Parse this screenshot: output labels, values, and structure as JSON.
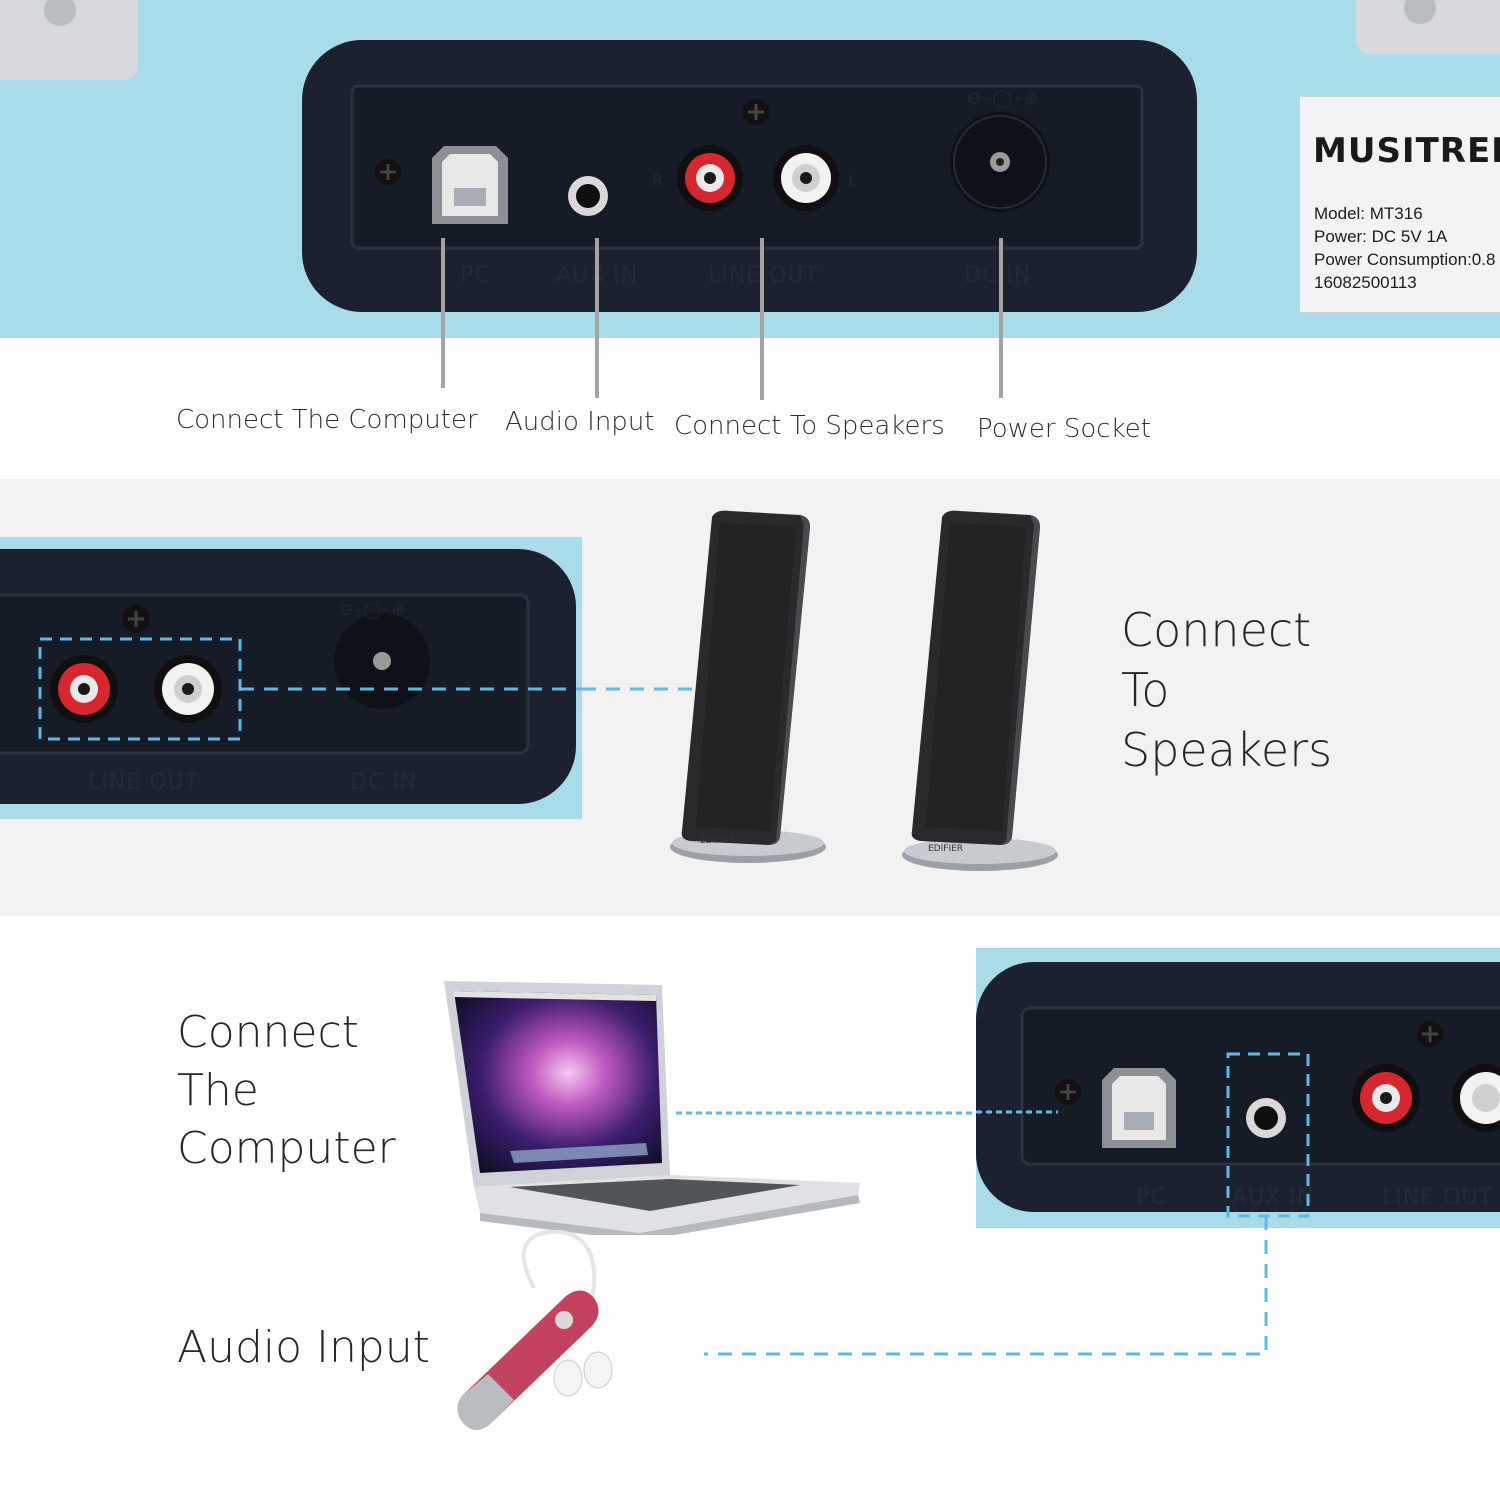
{
  "top_panel": {
    "port_labels": {
      "pc": "PC",
      "aux_in": "AUX IN",
      "line_out": "LINE OUT",
      "dc_in": "DC IN",
      "r": "R",
      "l": "L"
    },
    "nameplate": {
      "brand": "MUSITREN",
      "model": "Model: MT316",
      "power": "Power: DC 5V 1A",
      "consumption": "Power Consumption:0.8",
      "serial": "16082500113"
    }
  },
  "callouts": {
    "computer": "Connect The Computer",
    "audio_input": "Audio Input",
    "speakers": "Connect To Speakers",
    "power": "Power Socket"
  },
  "speakers_section": {
    "heading_lines": [
      "Connect",
      "To",
      "Speakers"
    ],
    "speaker_badge": "EDIFIER"
  },
  "computer_section": {
    "heading_lines": [
      "Connect",
      "The",
      "Computer"
    ],
    "audio_heading": "Audio Input"
  },
  "colors": {
    "case_blue": "#a8dcea",
    "panel_navy": "#1d2333",
    "guide_dash": "#5fb8e6",
    "band_gray": "#f2f2f2"
  }
}
